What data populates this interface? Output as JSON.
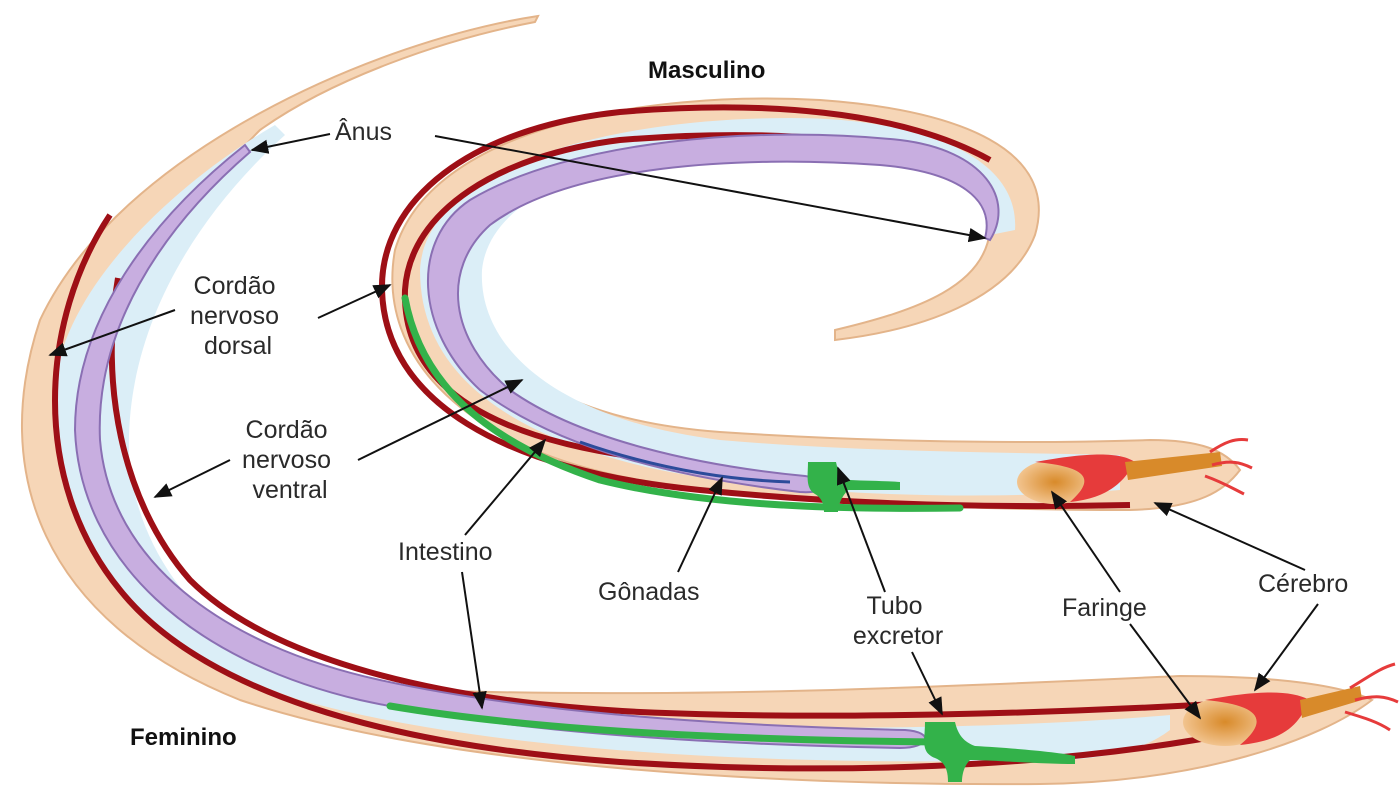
{
  "titles": {
    "male": "Masculino",
    "female": "Feminino"
  },
  "labels": {
    "anus": "Ânus",
    "dorsal_cord": [
      "Cordão",
      "nervoso",
      "dorsal"
    ],
    "ventral_cord": [
      "Cordão",
      "nervoso",
      "ventral"
    ],
    "intestine": "Intestino",
    "gonads": "Gônadas",
    "excretory_tube": [
      "Tubo",
      "excretor"
    ],
    "pharynx": "Faringe",
    "brain": "Cérebro"
  },
  "colors": {
    "body": "#f6d6b7",
    "body_outline": "#e3b48a",
    "cavity": "#dbeef7",
    "nerve_cord": "#9e0f16",
    "gonad": "#c8aee0",
    "gonad_outline": "#8a6fb3",
    "intestine": "#33b24a",
    "pharynx": "#e63b3b",
    "brain": "#d88a2a"
  }
}
